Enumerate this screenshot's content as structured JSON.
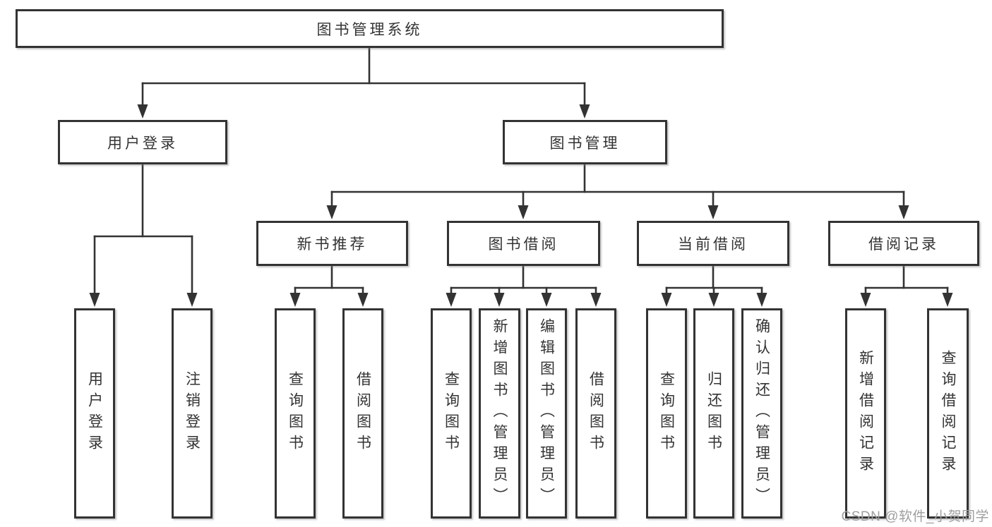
{
  "colors": {
    "line": "#333333",
    "border": "#333333",
    "text": "#333333",
    "background": "#ffffff",
    "watermark": "#9e9e9e"
  },
  "watermark": {
    "text": "CSDN @软件_小贺同学"
  },
  "tree": {
    "root": {
      "label": "图书管理系统"
    },
    "branches": [
      {
        "label": "用户登录",
        "children": [
          {
            "label": "用户登录"
          },
          {
            "label": "注销登录"
          }
        ]
      },
      {
        "label": "图书管理",
        "children": [
          {
            "label": "新书推荐",
            "children": [
              {
                "label": "查询图书"
              },
              {
                "label": "借阅图书"
              }
            ]
          },
          {
            "label": "图书借阅",
            "children": [
              {
                "label": "查询图书"
              },
              {
                "label": "新增图书（管理员）"
              },
              {
                "label": "编辑图书（管理员）"
              },
              {
                "label": "借阅图书"
              }
            ]
          },
          {
            "label": "当前借阅",
            "children": [
              {
                "label": "查询图书"
              },
              {
                "label": "归还图书"
              },
              {
                "label": "确认归还（管理员）"
              }
            ]
          },
          {
            "label": "借阅记录",
            "children": [
              {
                "label": "新增借阅记录"
              },
              {
                "label": "查询借阅记录"
              }
            ]
          }
        ]
      }
    ]
  }
}
